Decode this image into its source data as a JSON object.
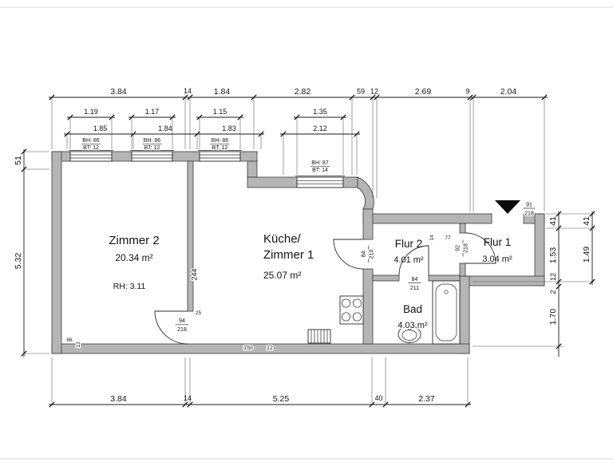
{
  "rooms": {
    "zimmer2": {
      "name": "Zimmer 2",
      "area": "20.34 m²",
      "rh": "RH: 3.11"
    },
    "kueche": {
      "name1": "Küche/",
      "name2": "Zimmer 1",
      "area": "25.07 m²"
    },
    "flur2": {
      "name": "Flur 2",
      "area": "4.01 m²"
    },
    "flur1": {
      "name": "Flur 1",
      "area": "3.04 m²"
    },
    "bad": {
      "name": "Bad",
      "area": "4.03 m²"
    }
  },
  "dims": {
    "top1": [
      "3.84",
      "14",
      "1.84",
      "2.82",
      "59",
      "12",
      "2.69",
      "9",
      "2.04"
    ],
    "top2": [
      "1.19",
      "1.17",
      "1.15",
      "1.35"
    ],
    "top3": [
      "1.85",
      "1.84",
      "1.83",
      "2.12"
    ],
    "left": [
      "51",
      "5.32"
    ],
    "right_inner": [
      "41",
      "1.53",
      "12",
      "2",
      "1.70"
    ],
    "right_outer": [
      "41",
      "1.49"
    ],
    "bottom": [
      "3.84",
      "14",
      "5.25",
      "40",
      "2.37"
    ]
  },
  "windows": [
    {
      "bh": "BH: 86",
      "bt": "BT: 12"
    },
    {
      "bh": "BH: 86",
      "bt": "BT: 12"
    },
    {
      "bh": "BH: 86",
      "bt": "BT: 12"
    },
    {
      "bh": "BH: 87",
      "bt": "BT: 14"
    }
  ],
  "doors": {
    "zimmer2": {
      "w": "94",
      "h": "218"
    },
    "kueche": {
      "w": "84",
      "h": "210"
    },
    "bad": {
      "w": "84",
      "h": "211"
    },
    "flur": {
      "w": "92",
      "h": "218"
    },
    "entrance": {
      "w": "91",
      "h": "218"
    }
  },
  "interior": {
    "wall_z2": "244",
    "d25": "25",
    "d66": "66",
    "d13": "13",
    "d150": "150",
    "d12": "12",
    "d14": "14",
    "d77": "77"
  }
}
